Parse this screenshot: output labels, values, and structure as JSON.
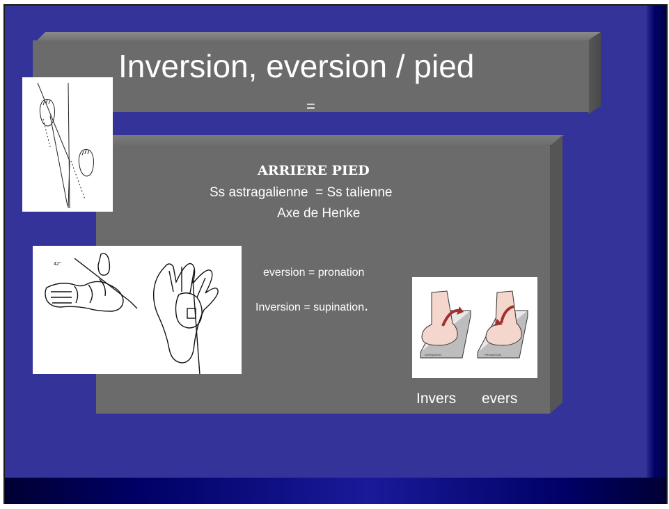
{
  "slide": {
    "title": "Inversion, eversion / pied",
    "title_sub": "=",
    "heading": "ARRIERE PIED",
    "line1": "Ss astragalienne  = Ss talienne",
    "line2": "Axe de Henke",
    "eversion_text": "eversion = pronation",
    "inversion_text": "Inversion = supination",
    "inversion_suffix": ".",
    "caption_invers": "Invers",
    "caption_evers": "evers",
    "figure_angle_label": "42°",
    "figure3_label_left": "SUPINATION",
    "figure3_label_right": "PRONATION"
  },
  "colors": {
    "slide_background": "#333399",
    "box_gray": "#6b6b6b",
    "text": "#ffffff",
    "heading_color": "#ffffff",
    "arrow_red": "#a03030"
  },
  "icons": [
    "foot-axis-sketch",
    "foot-skeleton-drawing",
    "foot-supination-pronation-drawing"
  ]
}
